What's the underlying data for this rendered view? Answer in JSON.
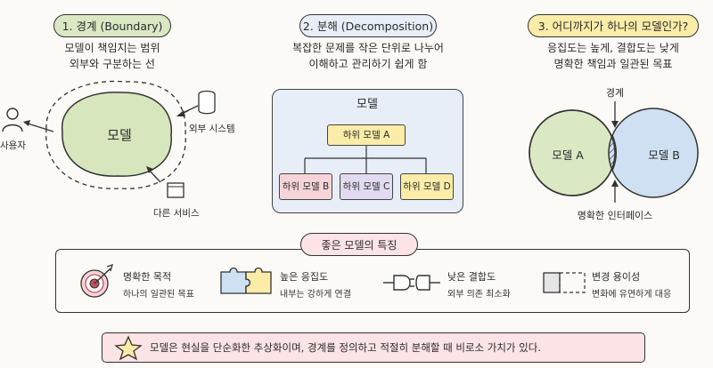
{
  "section1": {
    "title": "1. 경계 (Boundary)",
    "subtitle_line1": "모델이 책임지는 범위",
    "subtitle_line2": "외부와 구분하는 선",
    "model_label": "모델",
    "user_label": "사용자",
    "external_system_label": "외부 시스템",
    "other_service_label": "다른 서비스"
  },
  "section2": {
    "title": "2. 분해 (Decomposition)",
    "subtitle_line1": "복잡한 문제를 작은 단위로 나누어",
    "subtitle_line2": "이해하고 관리하기 쉽게 함",
    "model_label": "모델",
    "submodels": {
      "top": "하위 모델 A",
      "b": "하위 모델 B",
      "c": "하위 모델 C",
      "d": "하위 모델 D"
    }
  },
  "section3": {
    "title": "3. 어디까지가 하나의 모델인가?",
    "subtitle_line1": "응집도는 높게, 결합도는 낮게",
    "subtitle_line2": "명확한 책임과 일관된 목표",
    "boundary_label": "경계",
    "model_a": "모델 A",
    "model_b": "모델 B",
    "interface_label": "명확한 인터페이스"
  },
  "features": {
    "title": "좋은 모델의 특징",
    "items": [
      {
        "title": "명확한 목적",
        "desc": "하나의 일관된 목표",
        "icon": "target-icon"
      },
      {
        "title": "높은 응집도",
        "desc": "내부는 강하게 연결",
        "icon": "puzzle-icon"
      },
      {
        "title": "낮은 결합도",
        "desc": "외부 의존 최소화",
        "icon": "plug-icon"
      },
      {
        "title": "변경 용이성",
        "desc": "변화에 유연하게 대응",
        "icon": "square-change-icon"
      }
    ]
  },
  "footer": {
    "text": "모델은 현실을 단순화한 추상화이며, 경계를 정의하고 적절히 분해할 때 비로소 가치가 있다.",
    "icon": "star-icon"
  },
  "colors": {
    "green": "#dbe8c4",
    "blue_panel": "#e7eef8",
    "yellow": "#fbeca8",
    "pink": "#f6d4d8",
    "purple": "#e2daf0",
    "light_blue": "#cfe0f2",
    "footer_bg": "#fbe3e6"
  }
}
